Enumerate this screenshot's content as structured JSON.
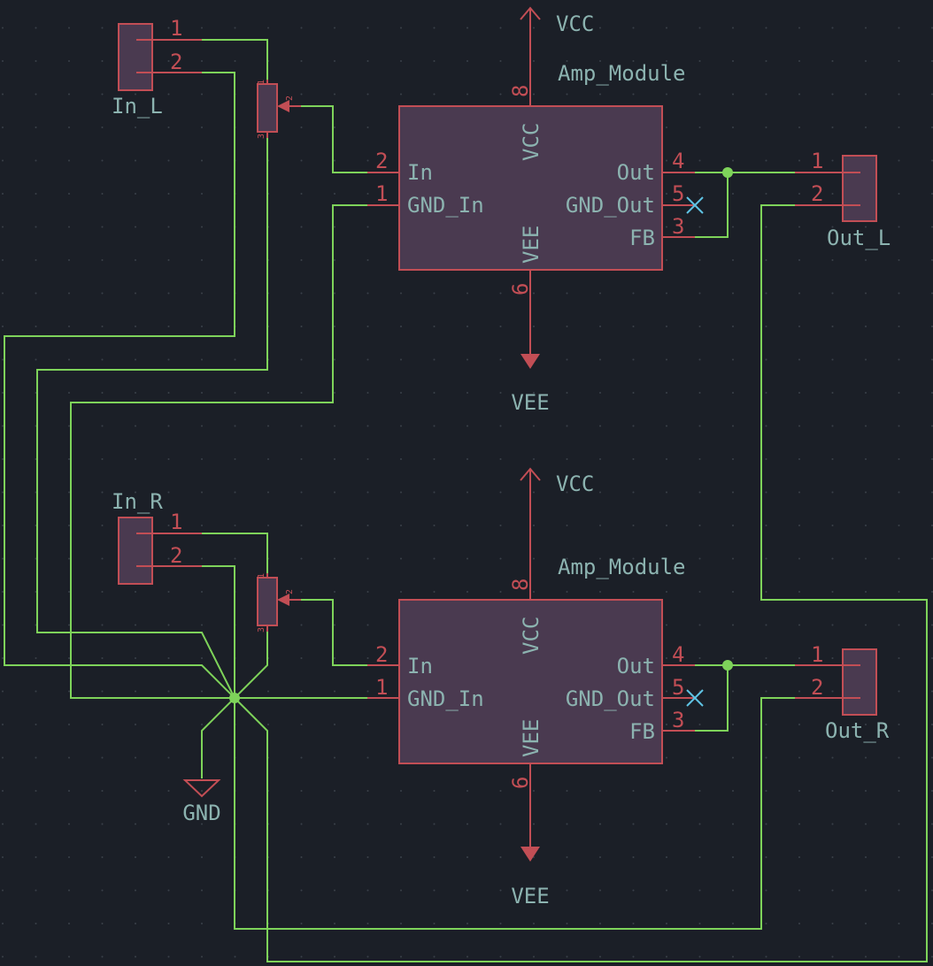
{
  "colors": {
    "background": "#1b1f27",
    "wire": "#7ed35a",
    "symbol_outline": "#c24e55",
    "symbol_fill": "#4a3a50",
    "text": "#8cb3b0",
    "no_connect": "#5fc3e4"
  },
  "connectors": {
    "in_l": {
      "ref": "In_L",
      "pin1": "1",
      "pin2": "2"
    },
    "in_r": {
      "ref": "In_R",
      "pin1": "1",
      "pin2": "2"
    },
    "out_l": {
      "ref": "Out_L",
      "pin1": "1",
      "pin2": "2"
    },
    "out_r": {
      "ref": "Out_R",
      "pin1": "1",
      "pin2": "2"
    }
  },
  "pots": {
    "top": {
      "pin1": "1",
      "pin2": "2",
      "pin3": "3"
    },
    "bottom": {
      "pin1": "1",
      "pin2": "2",
      "pin3": "3"
    }
  },
  "amp_top": {
    "value": "Amp_Module",
    "pins": {
      "in": {
        "num": "2",
        "name": "In"
      },
      "gnd_in": {
        "num": "1",
        "name": "GND_In"
      },
      "out": {
        "num": "4",
        "name": "Out"
      },
      "gnd_out": {
        "num": "5",
        "name": "GND_Out"
      },
      "fb": {
        "num": "3",
        "name": "FB"
      },
      "vcc": {
        "num": "8",
        "name": "VCC"
      },
      "vee": {
        "num": "6",
        "name": "VEE"
      }
    }
  },
  "amp_bottom": {
    "value": "Amp_Module",
    "pins": {
      "in": {
        "num": "2",
        "name": "In"
      },
      "gnd_in": {
        "num": "1",
        "name": "GND_In"
      },
      "out": {
        "num": "4",
        "name": "Out"
      },
      "gnd_out": {
        "num": "5",
        "name": "GND_Out"
      },
      "fb": {
        "num": "3",
        "name": "FB"
      },
      "vcc": {
        "num": "8",
        "name": "VCC"
      },
      "vee": {
        "num": "6",
        "name": "VEE"
      }
    }
  },
  "power": {
    "vcc_top": "VCC",
    "vee_top": "VEE",
    "vcc_bottom": "VCC",
    "vee_bottom": "VEE",
    "gnd": "GND"
  }
}
